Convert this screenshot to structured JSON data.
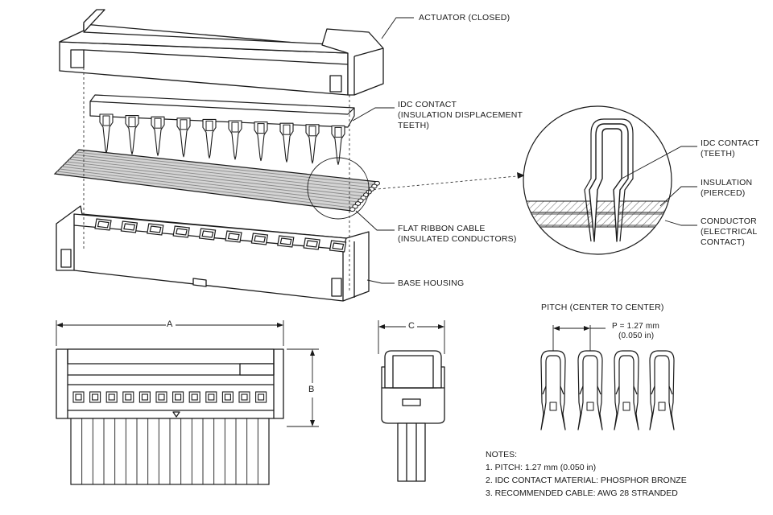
{
  "callouts": {
    "actuator": [
      "ACTUATOR (CLOSED)"
    ],
    "idc_contact": [
      "IDC CONTACT",
      "(INSULATION DISPLACEMENT",
      "TEETH)"
    ],
    "ribbon": [
      "FLAT RIBBON CABLE",
      "(INSULATED CONDUCTORS)"
    ],
    "base": [
      "BASE HOUSING"
    ],
    "detail_contact": [
      "IDC CONTACT",
      "(TEETH)"
    ],
    "detail_insulation": [
      "INSULATION",
      "(PIERCED)"
    ],
    "detail_conductor": [
      "CONDUCTOR",
      "(ELECTRICAL",
      "CONTACT)"
    ]
  },
  "dimensions": {
    "a": "A",
    "b": "B",
    "c": "C",
    "pitch_title": "PITCH (CENTER TO CENTER)",
    "pitch_value": "P = 1.27 mm",
    "pitch_value_in": "(0.050 in)"
  },
  "notes": {
    "title": "NOTES:",
    "items": [
      "1.  PITCH: 1.27 mm (0.050 in)",
      "2.  IDC CONTACT MATERIAL: PHOSPHOR BRONZE",
      "3.  RECOMMENDED CABLE: AWG 28 STRANDED"
    ]
  },
  "colors": {
    "line": "#1a1a1a",
    "cable_fill": "#cfcfcf",
    "hatch": "#7a7a7a"
  }
}
